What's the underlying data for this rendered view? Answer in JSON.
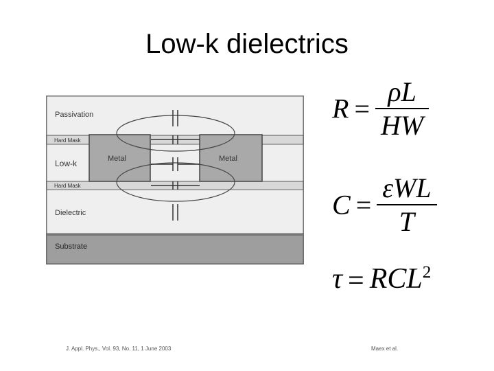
{
  "slide": {
    "title": "Low-k dielectrics"
  },
  "diagram": {
    "layers": {
      "passivation": "Passivation",
      "hard_mask_top": "Hard Mask",
      "low_k": "Low-k",
      "hard_mask_bottom": "Hard Mask",
      "dielectric": "Dielectric",
      "substrate": "Substrate"
    },
    "metal_left": "Metal",
    "metal_right": "Metal",
    "colors": {
      "layer_fill": "#ededed",
      "hard_mask_fill": "#d6d6d6",
      "metal_fill": "#aaaaaa",
      "substrate_fill": "#9a9a9a",
      "stroke": "#444444"
    }
  },
  "equations": {
    "r": {
      "lhs": "R",
      "op": "=",
      "num": "ρL",
      "den": "HW"
    },
    "c": {
      "lhs": "C",
      "op": "=",
      "num": "εWL",
      "den": "T"
    },
    "tau": {
      "lhs": "τ",
      "op": "=",
      "rhs": "RCL",
      "exp": "2"
    }
  },
  "footer": {
    "citation_left": "J. Appl. Phys., Vol. 93, No. 11, 1 June 2003",
    "citation_right": "Maex et al."
  }
}
